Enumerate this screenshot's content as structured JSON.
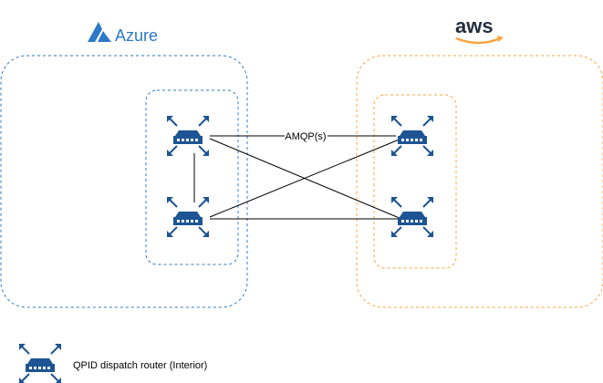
{
  "clouds": {
    "azure": {
      "label": "Azure",
      "color": "#2d79c7",
      "brand_icon": "azure-logo-icon"
    },
    "aws": {
      "label": "aws",
      "color": "#f7a541",
      "brand_icon": "aws-logo-icon"
    }
  },
  "diagram": {
    "nodes": [
      {
        "id": "azure-router-1",
        "cloud": "azure",
        "icon": "router-icon"
      },
      {
        "id": "azure-router-2",
        "cloud": "azure",
        "icon": "router-icon"
      },
      {
        "id": "aws-router-1",
        "cloud": "aws",
        "icon": "router-icon"
      },
      {
        "id": "aws-router-2",
        "cloud": "aws",
        "icon": "router-icon"
      }
    ],
    "links": [
      {
        "from": "azure-router-1",
        "to": "azure-router-2"
      },
      {
        "from": "azure-router-1",
        "to": "aws-router-1",
        "label": "AMQP(s)"
      },
      {
        "from": "azure-router-1",
        "to": "aws-router-2"
      },
      {
        "from": "azure-router-2",
        "to": "aws-router-1"
      },
      {
        "from": "azure-router-2",
        "to": "aws-router-2"
      }
    ],
    "link_label": "AMQP(s)"
  },
  "legend": {
    "icon": "router-icon",
    "label": "QPID dispatch router (Interior)"
  },
  "colors": {
    "router": "#1d5493",
    "azure_border": "#2d79c7",
    "aws_border": "#f7a541",
    "aws_text": "#232f3e",
    "link": "#000000"
  }
}
